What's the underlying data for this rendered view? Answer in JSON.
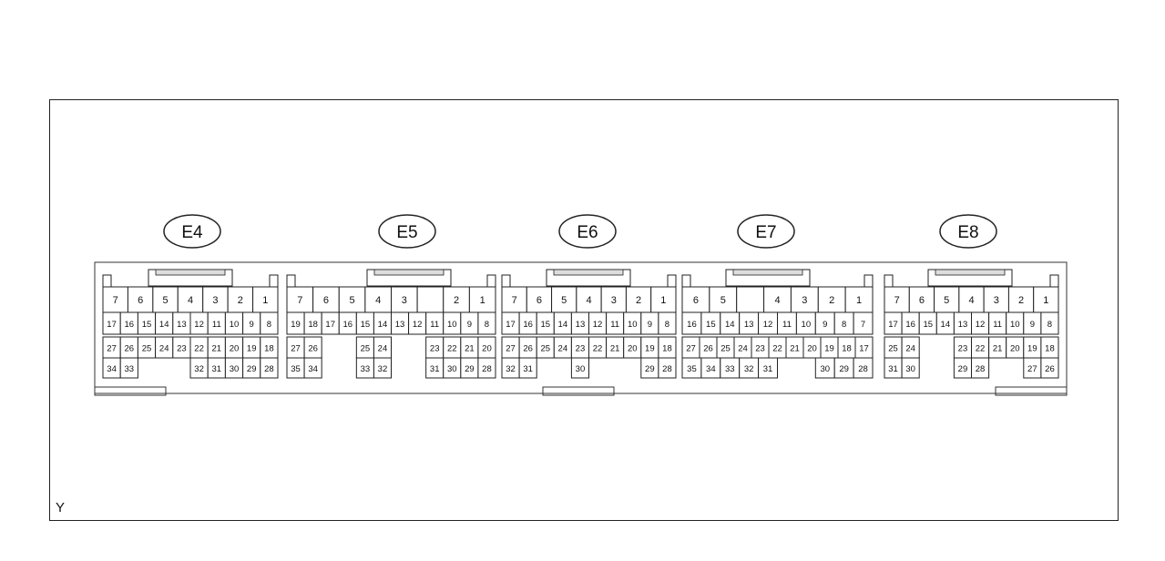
{
  "diagram": {
    "footer_code": "Y",
    "connectors": [
      {
        "label": "E4",
        "rows": [
          [
            "7",
            "6",
            "5",
            "4",
            "3",
            "2",
            "1"
          ],
          [
            "17",
            "16",
            "15",
            "14",
            "13",
            "12",
            "11",
            "10",
            "9",
            "8"
          ],
          [
            "27",
            "26",
            "25",
            "24",
            "23",
            "22",
            "21",
            "20",
            "19",
            "18"
          ],
          [
            "34",
            "33",
            "",
            "",
            "",
            "32",
            "31",
            "30",
            "29",
            "28"
          ]
        ]
      },
      {
        "label": "E5",
        "rows": [
          [
            "7",
            "6",
            "5",
            "4",
            "3",
            "",
            "2",
            "1"
          ],
          [
            "19",
            "18",
            "17",
            "16",
            "15",
            "14",
            "13",
            "12",
            "11",
            "10",
            "9",
            "8"
          ],
          [
            "27",
            "26",
            "",
            "",
            "25",
            "24",
            "",
            "",
            "23",
            "22",
            "21",
            "20"
          ],
          [
            "35",
            "34",
            "",
            "",
            "33",
            "32",
            "",
            "",
            "31",
            "30",
            "29",
            "28"
          ]
        ]
      },
      {
        "label": "E6",
        "rows": [
          [
            "7",
            "6",
            "5",
            "4",
            "3",
            "2",
            "1"
          ],
          [
            "17",
            "16",
            "15",
            "14",
            "13",
            "12",
            "11",
            "10",
            "9",
            "8"
          ],
          [
            "27",
            "26",
            "25",
            "24",
            "23",
            "22",
            "21",
            "20",
            "19",
            "18"
          ],
          [
            "32",
            "31",
            "",
            "",
            "30",
            "",
            "",
            "",
            "29",
            "28"
          ]
        ]
      },
      {
        "label": "E7",
        "rows": [
          [
            "6",
            "5",
            "",
            "4",
            "3",
            "2",
            "1"
          ],
          [
            "16",
            "15",
            "14",
            "13",
            "12",
            "11",
            "10",
            "9",
            "8",
            "7"
          ],
          [
            "27",
            "26",
            "25",
            "24",
            "23",
            "22",
            "21",
            "20",
            "19",
            "18",
            "17"
          ],
          [
            "35",
            "34",
            "33",
            "32",
            "31",
            "",
            "",
            "30",
            "29",
            "28"
          ]
        ]
      },
      {
        "label": "E8",
        "rows": [
          [
            "7",
            "6",
            "5",
            "4",
            "3",
            "2",
            "1"
          ],
          [
            "17",
            "16",
            "15",
            "14",
            "13",
            "12",
            "11",
            "10",
            "9",
            "8"
          ],
          [
            "25",
            "24",
            "",
            "",
            "23",
            "22",
            "21",
            "20",
            "19",
            "18"
          ],
          [
            "31",
            "30",
            "",
            "",
            "29",
            "28",
            "",
            "",
            "27",
            "26"
          ]
        ]
      }
    ]
  }
}
